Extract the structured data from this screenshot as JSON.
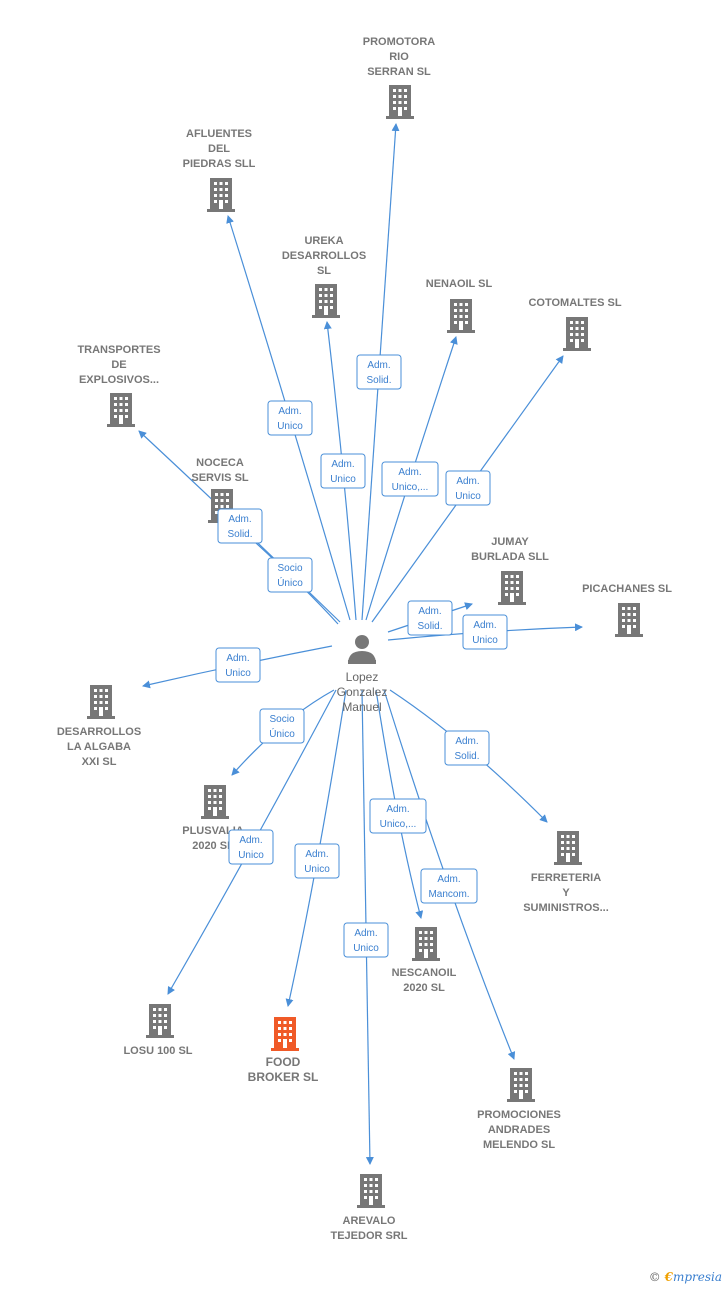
{
  "center": {
    "lines": [
      "Lopez",
      "Gonzalez",
      "Manuel"
    ]
  },
  "colors": {
    "edge": "#4a8fd8",
    "building": "#777777",
    "focus": "#f05a28",
    "person": "#777777"
  },
  "nodes": [
    {
      "id": "promotora",
      "lines": [
        "PROMOTORA",
        "RIO",
        "SERRAN SL"
      ],
      "focus": false
    },
    {
      "id": "afluentes",
      "lines": [
        "AFLUENTES",
        "DEL",
        "PIEDRAS SLL"
      ],
      "focus": false
    },
    {
      "id": "ureka",
      "lines": [
        "UREKA",
        "DESARROLLOS",
        "SL"
      ],
      "focus": false
    },
    {
      "id": "nenaoil",
      "lines": [
        "NENAOIL  SL"
      ],
      "focus": false
    },
    {
      "id": "cotomaltes",
      "lines": [
        "COTOMALTES SL"
      ],
      "focus": false
    },
    {
      "id": "transportes",
      "lines": [
        "TRANSPORTES",
        "DE",
        "EXPLOSIVOS..."
      ],
      "focus": false
    },
    {
      "id": "noceca",
      "lines": [
        "NOCECA",
        "SERVIS SL"
      ],
      "focus": false
    },
    {
      "id": "jumay",
      "lines": [
        "JUMAY",
        "BURLADA SLL"
      ],
      "focus": false
    },
    {
      "id": "picachanes",
      "lines": [
        "PICACHANES SL"
      ],
      "focus": false
    },
    {
      "id": "desarrollos",
      "lines": [
        "DESARROLLOS",
        "LA ALGABA",
        "XXI  SL"
      ],
      "focus": false
    },
    {
      "id": "plusvalia",
      "lines": [
        "PLUSVALIA",
        "2020  SL"
      ],
      "focus": false
    },
    {
      "id": "ferreteria",
      "lines": [
        "FERRETERIA",
        "Y",
        "SUMINISTROS..."
      ],
      "focus": false
    },
    {
      "id": "nescanoil",
      "lines": [
        "NESCANOIL",
        "2020  SL"
      ],
      "focus": false
    },
    {
      "id": "losu",
      "lines": [
        "LOSU 100 SL"
      ],
      "focus": false
    },
    {
      "id": "food",
      "lines": [
        "FOOD",
        "BROKER  SL"
      ],
      "focus": true
    },
    {
      "id": "promociones",
      "lines": [
        "PROMOCIONES",
        "ANDRADES",
        "MELENDO SL"
      ],
      "focus": false
    },
    {
      "id": "arevalo",
      "lines": [
        "AREVALO",
        "TEJEDOR SRL"
      ],
      "focus": false
    }
  ],
  "edges": [
    {
      "target": "promotora",
      "lines": [
        "Adm.",
        "Solid."
      ]
    },
    {
      "target": "afluentes",
      "lines": [
        "Adm.",
        "Unico"
      ]
    },
    {
      "target": "ureka",
      "lines": [
        "Adm.",
        "Unico"
      ]
    },
    {
      "target": "nenaoil",
      "lines": [
        "Adm.",
        "Unico,..."
      ]
    },
    {
      "target": "cotomaltes",
      "lines": [
        "Adm.",
        "Unico"
      ]
    },
    {
      "target": "transportes",
      "lines": [
        "Adm.",
        "Solid."
      ]
    },
    {
      "target": "noceca",
      "lines": [
        "Socio",
        "Único"
      ]
    },
    {
      "target": "jumay",
      "lines": [
        "Adm.",
        "Solid."
      ]
    },
    {
      "target": "picachanes",
      "lines": [
        "Adm.",
        "Unico"
      ]
    },
    {
      "target": "desarrollos",
      "lines": [
        "Adm.",
        "Unico"
      ]
    },
    {
      "target": "plusvalia",
      "lines": [
        "Socio",
        "Único"
      ]
    },
    {
      "target": "ferreteria",
      "lines": [
        "Adm.",
        "Solid."
      ]
    },
    {
      "target": "nescanoil",
      "lines": [
        "Adm.",
        "Unico,..."
      ]
    },
    {
      "target": "losu",
      "lines": [
        "Adm.",
        "Unico"
      ]
    },
    {
      "target": "food",
      "lines": [
        "Adm.",
        "Unico"
      ]
    },
    {
      "target": "promociones",
      "lines": [
        "Adm.",
        "Mancom."
      ]
    },
    {
      "target": "arevalo",
      "lines": [
        "Adm.",
        "Unico"
      ]
    }
  ],
  "brand": {
    "copyright": "©",
    "e": "€",
    "rest": "mpresia"
  }
}
